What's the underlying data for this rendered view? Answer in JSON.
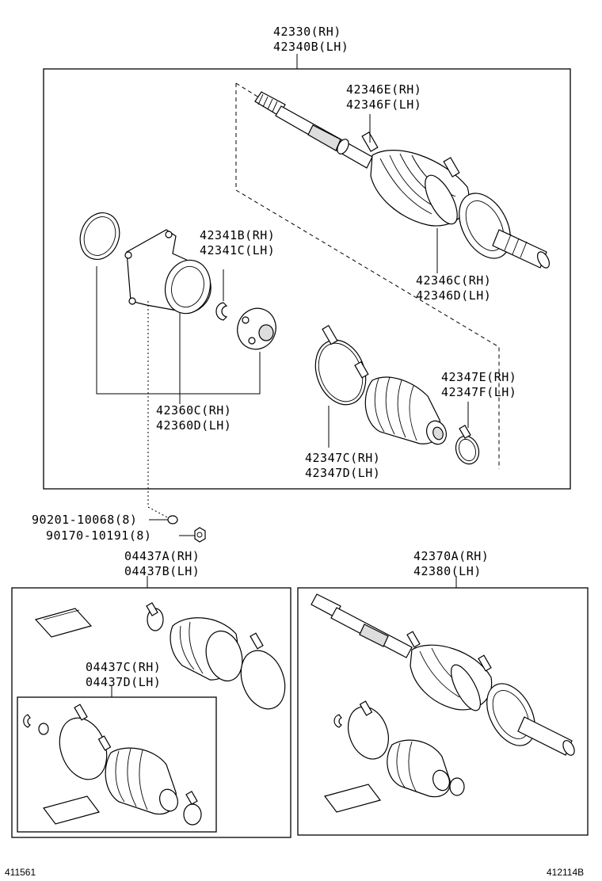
{
  "labels": {
    "l42330": "42330(RH)",
    "l42340b": "42340B(LH)",
    "l42346e": "42346E(RH)",
    "l42346f": "42346F(LH)",
    "l42341b": "42341B(RH)",
    "l42341c": "42341C(LH)",
    "l42346c": "42346C(RH)",
    "l42346d": "42346D(LH)",
    "l42347e": "42347E(RH)",
    "l42347f": "42347F(LH)",
    "l42360c": "42360C(RH)",
    "l42360d": "42360D(LH)",
    "l42347c": "42347C(RH)",
    "l42347d": "42347D(LH)",
    "l90201": "90201-10068(8)",
    "l90170": "90170-10191(8)",
    "l04437a": "04437A(RH)",
    "l04437b": "04437B(LH)",
    "l04437c": "04437C(RH)",
    "l04437d": "04437D(LH)",
    "l42370a": "42370A(RH)",
    "l42380": "42380(LH)"
  },
  "footer": {
    "left_code": "411561",
    "right_code": "412114B"
  },
  "icons": [
    "drive-shaft-assembly",
    "boot",
    "boot-clamp",
    "inboard-joint-housing",
    "tripod-joint",
    "snap-ring",
    "washer",
    "nut",
    "grease-packet"
  ]
}
